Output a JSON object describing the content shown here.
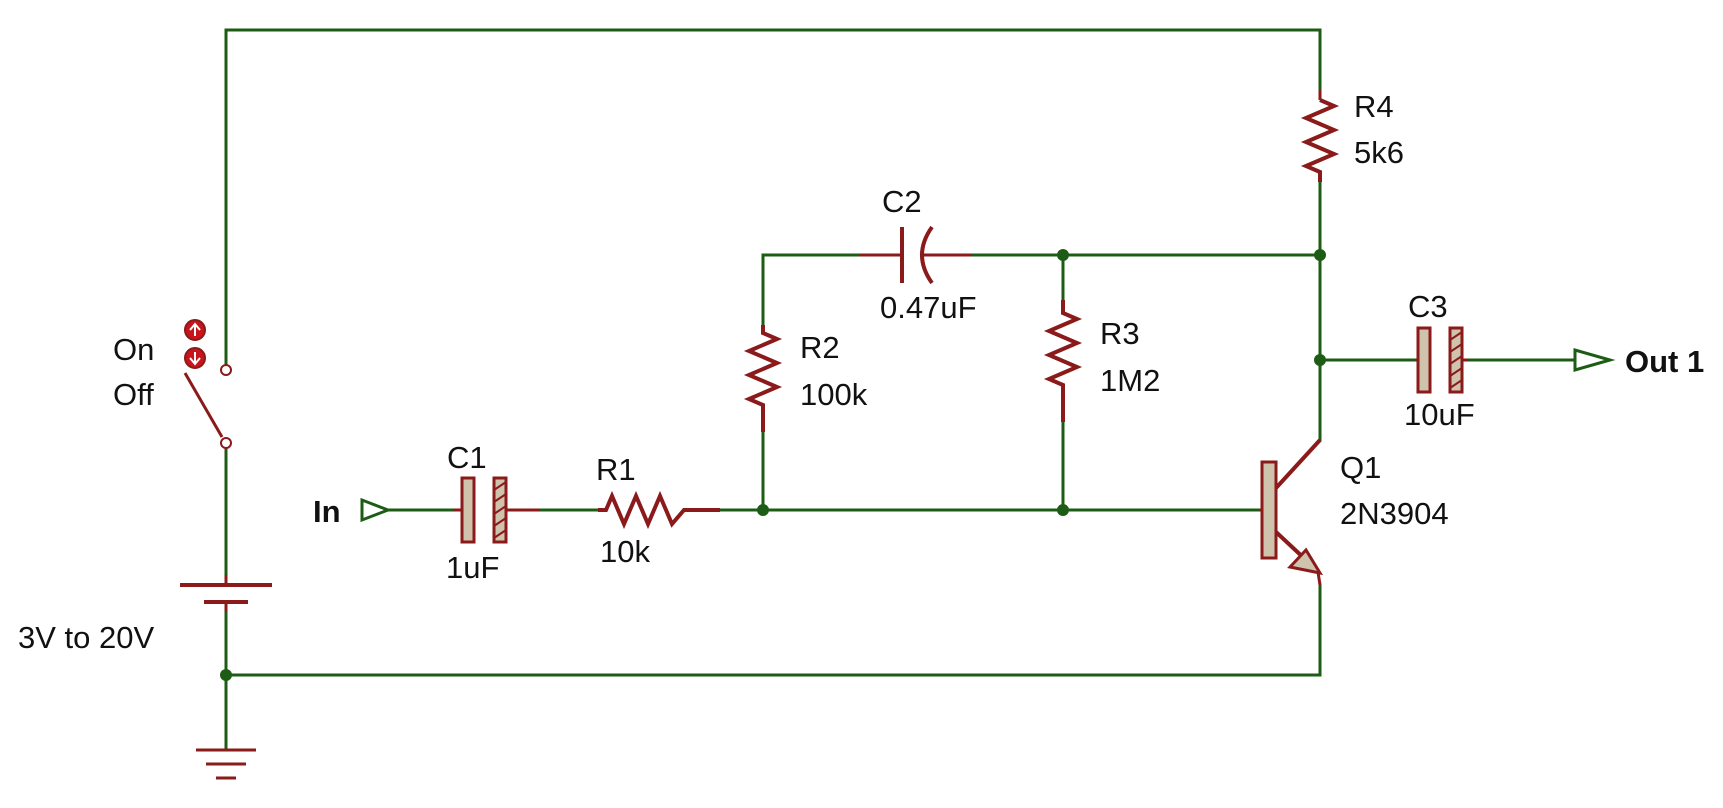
{
  "colors": {
    "wire": "#1d5c14",
    "component": "#8b1a1a",
    "plate_fill": "#cfc3ad",
    "text": "#111111"
  },
  "supply": {
    "label": "3V to 20V",
    "icon": "battery-icon"
  },
  "switch": {
    "on_label": "On",
    "off_label": "Off",
    "icon": "spdt-switch-icon"
  },
  "ports": {
    "input_label": "In",
    "output_label": "Out 1"
  },
  "components": {
    "c1": {
      "ref": "C1",
      "value": "1uF"
    },
    "r1": {
      "ref": "R1",
      "value": "10k"
    },
    "r2": {
      "ref": "R2",
      "value": "100k"
    },
    "c2": {
      "ref": "C2",
      "value": "0.47uF"
    },
    "r3": {
      "ref": "R3",
      "value": "1M2"
    },
    "r4": {
      "ref": "R4",
      "value": "5k6"
    },
    "c3": {
      "ref": "C3",
      "value": "10uF"
    },
    "q1": {
      "ref": "Q1",
      "value": "2N3904"
    }
  }
}
